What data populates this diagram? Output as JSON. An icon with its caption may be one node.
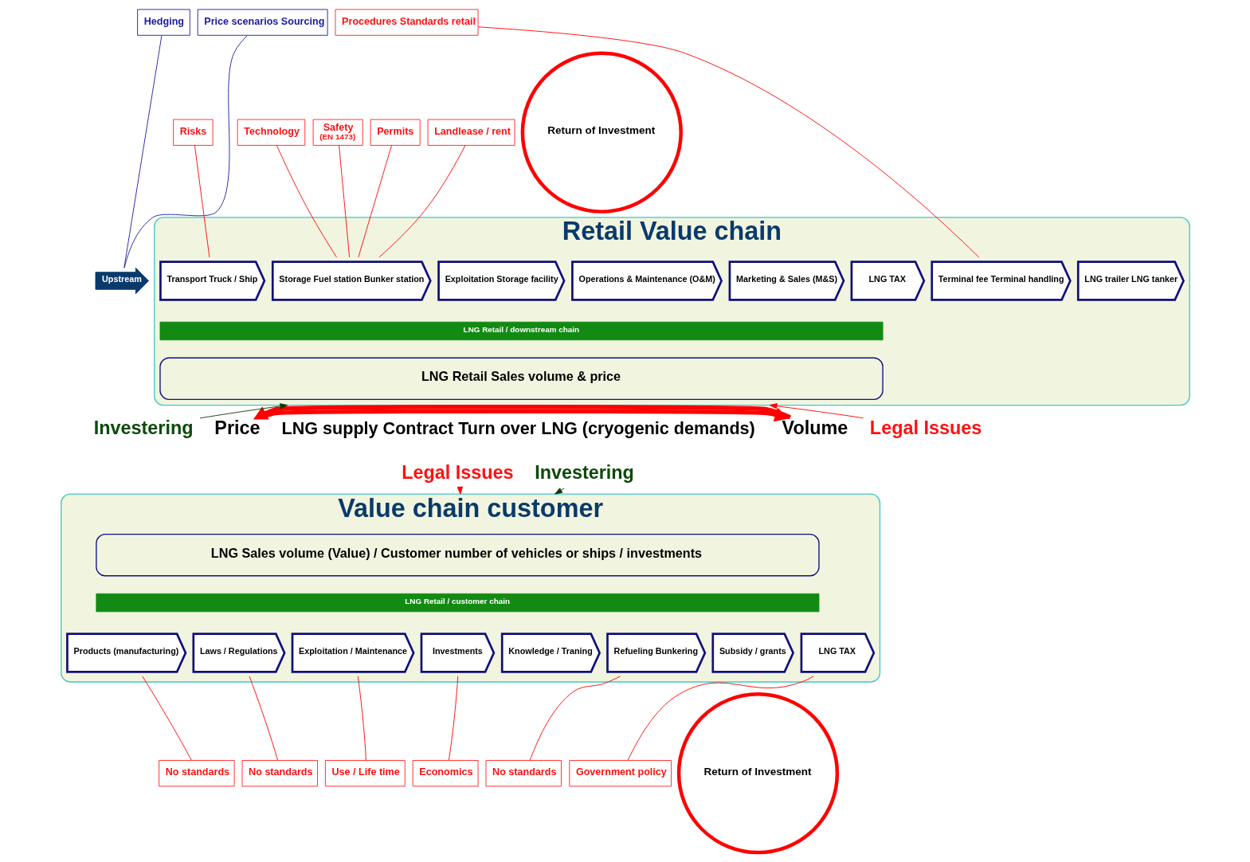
{
  "diagram": {
    "nodes": [
      {
        "text": [
          "Retail Value chain"
        ]
      },
      {
        "text": [
          "Hedging"
        ]
      },
      {
        "text": [
          "Price scenarios Sourcing"
        ]
      },
      {
        "text": [
          "Procedures Standards retail"
        ]
      },
      {
        "text": [
          "Risks"
        ]
      },
      {
        "text": [
          "Technology"
        ]
      },
      {
        "text": [
          "Safety",
          "(EN 1473)"
        ]
      },
      {
        "text": [
          "Permits"
        ]
      },
      {
        "text": [
          "Landlease / rent"
        ]
      },
      {
        "text": [
          "Upstream"
        ]
      },
      {
        "text": [
          "Terminal fee Terminal handling"
        ],
        "in": 0
      },
      {
        "text": [
          "LNG trailer LNG tanker"
        ],
        "in": 0
      },
      {
        "text": [
          "Transport Truck / Ship"
        ],
        "in": 0
      },
      {
        "text": [
          "Storage Fuel station Bunker station"
        ],
        "in": 0
      },
      {
        "text": [
          "Exploitation Storage facility"
        ],
        "in": 0
      },
      {
        "text": [
          "Operations & Maintenance (O&M)"
        ],
        "in": 0
      },
      {
        "text": [
          "Marketing & Sales (M&S)"
        ],
        "in": 0
      },
      {
        "text": [
          "LNG TAX"
        ],
        "in": 0
      },
      {
        "text": [
          "Return of Investment"
        ]
      },
      {
        "text": [
          "LNG Retail / downstream chain"
        ],
        "in": 0
      },
      {
        "text": [
          "LNG Retail Sales volume & price"
        ],
        "in": 0
      },
      {
        "text": [
          "Price"
        ]
      },
      {
        "text": [
          "LNG supply Contract Turn over LNG (cryogenic demands)"
        ]
      },
      {
        "text": [
          "Volume"
        ]
      },
      {
        "text": [
          "Value chain customer"
        ]
      },
      {
        "text": [
          "LNG Sales volume (Value) / Customer number of vehicles or ships / investments"
        ],
        "in": 24
      },
      {
        "text": [
          "LNG Retail / customer chain"
        ],
        "in": 24
      },
      {
        "text": [
          "Products (manufacturing)"
        ],
        "in": 24
      },
      {
        "text": [
          "Laws / Regulations"
        ],
        "in": 24
      },
      {
        "text": [
          "Exploitation / Maintenance"
        ],
        "in": 24
      },
      {
        "text": [
          "Investments"
        ],
        "in": 24
      },
      {
        "text": [
          "Knowledge / Traning"
        ],
        "in": 24
      },
      {
        "text": [
          "Refueling Bunkering"
        ],
        "in": 24
      },
      {
        "text": [
          "Subsidy / grants"
        ],
        "in": 24
      },
      {
        "text": [
          "LNG TAX"
        ],
        "in": 24
      },
      {
        "text": [
          "Return of Investment"
        ]
      },
      {
        "text": [
          "No standards"
        ]
      },
      {
        "text": [
          "No standards"
        ]
      },
      {
        "text": [
          "Use / Life time"
        ]
      },
      {
        "text": [
          "Economics"
        ]
      },
      {
        "text": [
          "No standards"
        ]
      },
      {
        "text": [
          "Government policy"
        ]
      },
      {
        "text": [
          "Investering"
        ]
      },
      {
        "text": [
          "Legal Issues"
        ]
      },
      {
        "text": [
          "Legal Issues"
        ]
      },
      {
        "text": [
          "Investering"
        ]
      }
    ],
    "edges": [
      {
        "from": 1,
        "to": 9,
        "arrow": "none",
        "color": "#1a1aa0"
      },
      {
        "from": 2,
        "to": 9,
        "arrow": "none",
        "color": "#1a1aa0"
      },
      {
        "from": 3,
        "to": 10,
        "arrow": "none"
      },
      {
        "from": 4,
        "to": 12,
        "arrow": "none"
      },
      {
        "from": 5,
        "to": 13,
        "arrow": "none"
      },
      {
        "from": 6,
        "to": 13,
        "arrow": "none"
      },
      {
        "from": 7,
        "to": 13,
        "arrow": "none"
      },
      {
        "from": 8,
        "to": 13,
        "arrow": "none"
      },
      {
        "from": 21,
        "to": 23,
        "arrow": "to",
        "style": "thick"
      },
      {
        "from": 23,
        "to": 21,
        "arrow": "to",
        "style": "thick"
      },
      {
        "from": 36,
        "to": 27,
        "arrow": "none"
      },
      {
        "from": 37,
        "to": 28,
        "arrow": "none"
      },
      {
        "from": 38,
        "to": 29,
        "arrow": "none"
      },
      {
        "from": 39,
        "to": 30,
        "arrow": "none"
      },
      {
        "from": 40,
        "to": 32,
        "arrow": "none"
      },
      {
        "from": 41,
        "to": 34,
        "arrow": "none"
      },
      {
        "from": 42,
        "to": 0,
        "arrow": "to",
        "color": "#0a3a0a"
      },
      {
        "from": 43,
        "to": 24,
        "arrow": "to"
      },
      {
        "from": 44,
        "to": 0,
        "arrow": "to"
      },
      {
        "from": 45,
        "to": 24,
        "arrow": "to",
        "color": "#0a3a0a"
      }
    ]
  }
}
